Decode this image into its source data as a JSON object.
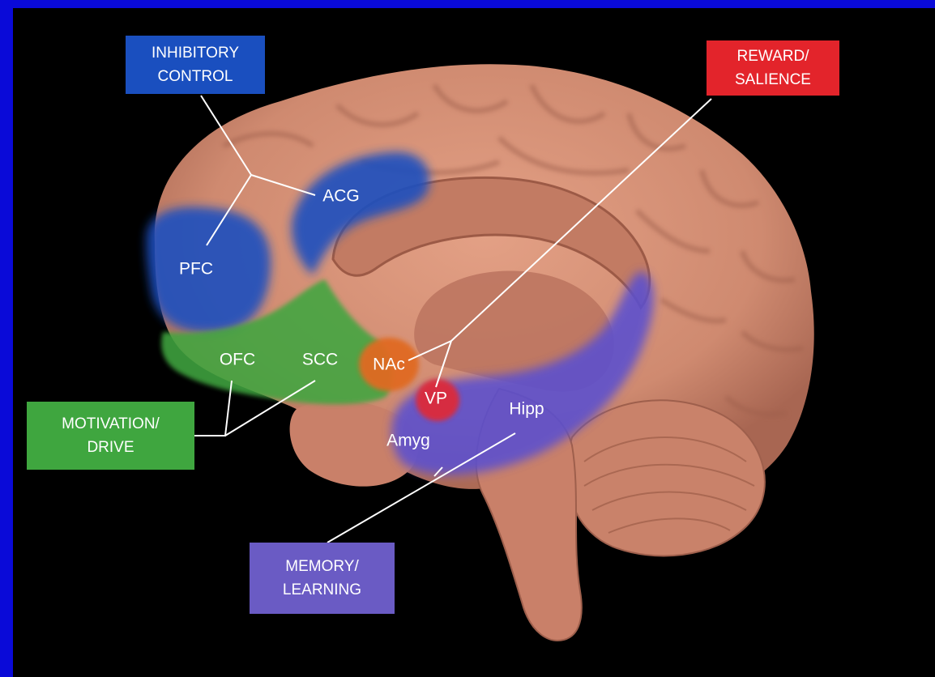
{
  "colors": {
    "frame": "#0a0ad8",
    "background": "#000000",
    "brain": "#d58e74",
    "inhibitory": "#1a4fbf",
    "reward": "#e3242b",
    "motivation": "#3fa63f",
    "memory": "#6a5bc4",
    "nac": "#e06a20",
    "vp": "#dc2a3a"
  },
  "regions": {
    "acg": "ACG",
    "pfc": "PFC",
    "ofc": "OFC",
    "scc": "SCC",
    "nac": "NAc",
    "vp": "VP",
    "hipp": "Hipp",
    "amyg": "Amyg"
  },
  "boxes": {
    "inhibitory": [
      "INHIBITORY",
      "CONTROL"
    ],
    "reward": [
      "REWARD/",
      "SALIENCE"
    ],
    "motivation": [
      "MOTIVATION/",
      "DRIVE"
    ],
    "memory": [
      "MEMORY/",
      "LEARNING"
    ]
  }
}
